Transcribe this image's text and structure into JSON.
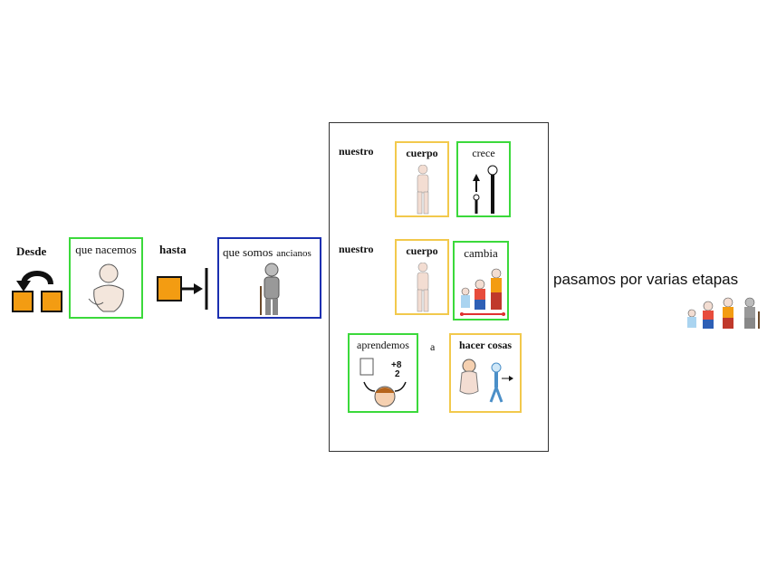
{
  "left_row": {
    "desde": "Desde",
    "que_nacemos": "que nacemos",
    "hasta": "hasta",
    "que_somos": "que somos",
    "ancianos": "ancianos"
  },
  "panel": {
    "row1": {
      "nuestro": "nuestro",
      "cuerpo": "cuerpo",
      "crece": "crece"
    },
    "row2": {
      "nuestro": "nuestro",
      "cuerpo": "cuerpo",
      "cambia": "cambia"
    },
    "row3": {
      "aprendemos": "aprendemos",
      "a": "a",
      "hacer_cosas": "hacer cosas"
    }
  },
  "right": {
    "pasamos": "pasamos por varias etapas"
  },
  "colors": {
    "green_border": "#3bd93b",
    "yellow_border": "#f2c94c",
    "blue_border": "#1a2fb0",
    "orange": "#f39c12"
  }
}
